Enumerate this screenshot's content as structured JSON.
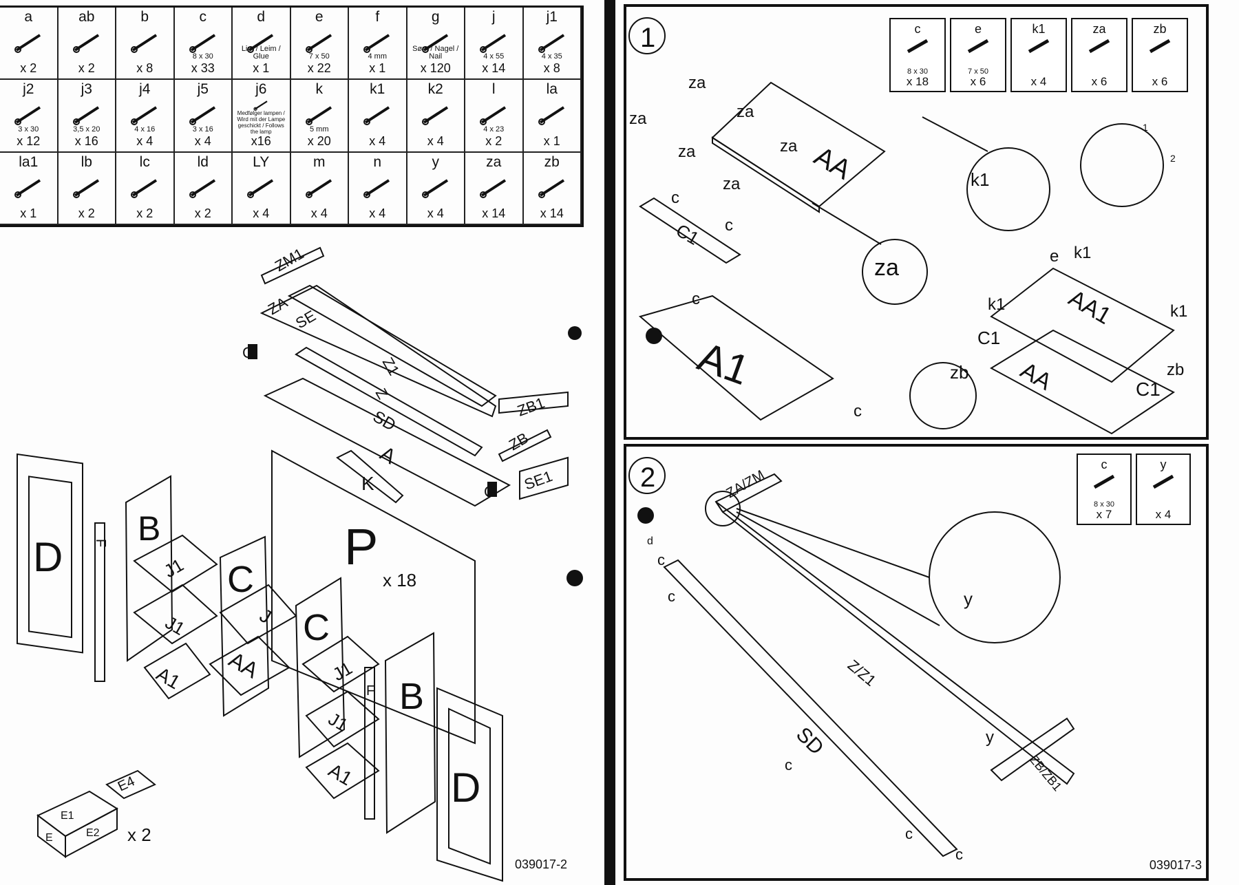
{
  "parts_table": [
    {
      "code": "a",
      "spec": "",
      "qty": "x 2"
    },
    {
      "code": "ab",
      "spec": "",
      "qty": "x 2"
    },
    {
      "code": "b",
      "spec": "",
      "qty": "x 8"
    },
    {
      "code": "c",
      "spec": "8 x 30",
      "qty": "x 33"
    },
    {
      "code": "d",
      "spec": "Lim / Leim / Glue",
      "qty": "x 1"
    },
    {
      "code": "e",
      "spec": "7 x 50",
      "qty": "x 22"
    },
    {
      "code": "f",
      "spec": "4 mm",
      "qty": "x 1"
    },
    {
      "code": "g",
      "spec": "Søm / Nagel / Nail",
      "qty": "x 120"
    },
    {
      "code": "j",
      "spec": "4 x 55",
      "qty": "x 14"
    },
    {
      "code": "j1",
      "spec": "4 x 35",
      "qty": "x 8"
    },
    {
      "code": "j2",
      "spec": "3 x 30",
      "qty": "x 12"
    },
    {
      "code": "j3",
      "spec": "3,5 x 20",
      "qty": "x 16"
    },
    {
      "code": "j4",
      "spec": "4 x 16",
      "qty": "x 4"
    },
    {
      "code": "j5",
      "spec": "3 x 16",
      "qty": "x 4"
    },
    {
      "code": "j6",
      "spec": "Medfølger lampen / Wird mit der Lampe geschickt / Follows the lamp",
      "qty": "x16"
    },
    {
      "code": "k",
      "spec": "5 mm",
      "qty": "x 20"
    },
    {
      "code": "k1",
      "spec": "",
      "qty": "x 4"
    },
    {
      "code": "k2",
      "spec": "",
      "qty": "x 4"
    },
    {
      "code": "l",
      "spec": "4 x 23",
      "qty": "x 2"
    },
    {
      "code": "la",
      "spec": "",
      "qty": "x 1"
    },
    {
      "code": "la1",
      "spec": "",
      "qty": "x 1"
    },
    {
      "code": "lb",
      "spec": "",
      "qty": "x 2"
    },
    {
      "code": "lc",
      "spec": "",
      "qty": "x 2"
    },
    {
      "code": "ld",
      "spec": "",
      "qty": "x 2"
    },
    {
      "code": "LY",
      "spec": "",
      "qty": "x 4"
    },
    {
      "code": "m",
      "spec": "",
      "qty": "x 4"
    },
    {
      "code": "n",
      "spec": "",
      "qty": "x 4"
    },
    {
      "code": "y",
      "spec": "",
      "qty": "x 4"
    },
    {
      "code": "za",
      "spec": "",
      "qty": "x 14"
    },
    {
      "code": "zb",
      "spec": "",
      "qty": "x 14"
    }
  ],
  "overview_labels": {
    "zm1": "ZM1",
    "za": "ZA",
    "se": "SE",
    "g1": "G",
    "z1": "Z1",
    "z": "Z",
    "sd": "SD",
    "a": "A",
    "k": "K",
    "zb1": "ZB1",
    "zb": "ZB",
    "g2": "G",
    "se1": "SE1",
    "d1": "D",
    "f1": "F",
    "b1": "B",
    "p": "P",
    "p_qty": "x 18",
    "c1": "C",
    "j1a": "J1",
    "j1b": "J1",
    "j": "J",
    "aa": "AA",
    "a1a": "A1",
    "c2": "C",
    "j1c": "J1",
    "j1d": "J1",
    "a1b": "A1",
    "b2": "B",
    "d2": "D",
    "f2": "F",
    "e4": "E4",
    "e1": "E1",
    "e2": "E2",
    "e": "E",
    "drawer_qty": "x 2"
  },
  "step1": {
    "number": "1",
    "parts": [
      {
        "code": "c",
        "spec": "8 x 30",
        "qty": "x 18"
      },
      {
        "code": "e",
        "spec": "7 x 50",
        "qty": "x 6"
      },
      {
        "code": "k1",
        "spec": "",
        "qty": "x 4"
      },
      {
        "code": "za",
        "spec": "",
        "qty": "x 6"
      },
      {
        "code": "zb",
        "spec": "",
        "qty": "x 6"
      }
    ],
    "labels": {
      "aa": "AA",
      "c1": "C1",
      "a1": "A1",
      "aa1": "AA1",
      "aa2": "AA",
      "c1b": "C1",
      "c1c": "C1",
      "za": "za",
      "zb": "zb",
      "k1": "k1",
      "e": "e",
      "c": "c",
      "arrow1": "1",
      "arrow2": "2"
    }
  },
  "step2": {
    "number": "2",
    "parts": [
      {
        "code": "c",
        "spec": "8 x 30",
        "qty": "x 7"
      },
      {
        "code": "y",
        "spec": "",
        "qty": "x 4"
      }
    ],
    "labels": {
      "zazm": "ZA/ZM",
      "zz1": "Z/Z1",
      "sd": "SD",
      "y": "y",
      "zbzb1": "ZB/ZB1",
      "c": "c",
      "d": "d"
    }
  },
  "footer": {
    "left_doc": "039017-2",
    "right_doc": "039017-3"
  }
}
